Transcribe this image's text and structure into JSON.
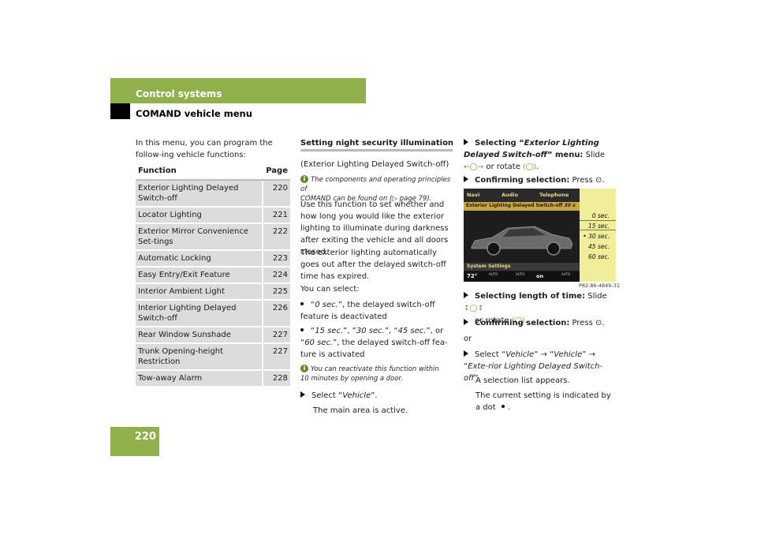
{
  "header": {
    "section": "Control systems",
    "subsection": "COMAND vehicle menu",
    "page_number": "220"
  },
  "col1": {
    "intro": "In this menu, you can program the follow-ing vehicle functions:",
    "table": {
      "headers": [
        "Function",
        "Page"
      ],
      "rows": [
        {
          "function": "Exterior Lighting Delayed Switch-off",
          "page": "220"
        },
        {
          "function": "Locator Lighting",
          "page": "221"
        },
        {
          "function": "Exterior Mirror Convenience Set-tings",
          "page": "222"
        },
        {
          "function": "Automatic Locking",
          "page": "223"
        },
        {
          "function": "Easy Entry/Exit Feature",
          "page": "224"
        },
        {
          "function": "Interior Ambient Light",
          "page": "225"
        },
        {
          "function": "Interior Lighting Delayed Switch-off",
          "page": "226"
        },
        {
          "function": "Rear Window Sunshade",
          "page": "227"
        },
        {
          "function": "Trunk Opening-height Restriction",
          "page": "227"
        },
        {
          "function": "Tow-away Alarm",
          "page": "228"
        }
      ]
    }
  },
  "col2": {
    "heading": "Setting night security illumination",
    "subheading": "(Exterior Lighting Delayed Switch-off)",
    "note1_line1": "The components and operating principles of",
    "note1_line2": "COMAND can be found on (▷ page 79).",
    "para1": "Use this function to set whether and how long you would like the exterior lighting to illuminate during darkness after exiting the vehicle and all doors closed.",
    "para2": "The exterior lighting automatically goes out after the delayed switch-off time has expired.",
    "para3": "You can select:",
    "bullet1_a": "“",
    "bullet1_b": "0 sec.",
    "bullet1_c": "”, the delayed switch-off feature is deactivated",
    "bullet2_q1": "“",
    "bullet2_v1": "15 sec.",
    "bullet2_q2": "”, “",
    "bullet2_v2": "30 sec.",
    "bullet2_q3": "”, “",
    "bullet2_v3": "45 sec.",
    "bullet2_q4": "”, or “",
    "bullet2_v4": "60 sec.",
    "bullet2_rest": "”, the delayed switch-off fea-ture is activated",
    "note2_line1": "You can reactivate this function within",
    "note2_line2": "10 minutes by opening a door.",
    "step1_a": "Select “",
    "step1_b": "Vehicle",
    "step1_c": "”.",
    "step1_result": "The main area is active."
  },
  "col3": {
    "step1_a": "Selecting “",
    "step1_b": "Exterior Lighting Delayed Switch-off",
    "step1_c": "” menu:",
    "step1_d": " Slide ",
    "step1_e": " or rotate ",
    "step2_a": "Confirming selection:",
    "step2_b": " Press ",
    "screen": {
      "tabs": [
        "Navi",
        "Audio",
        "Telephone"
      ],
      "menu_title": "Exterior Lighting Delayed Switch-off",
      "menu_suffix": "30 s",
      "options": [
        "0 sec.",
        "15 sec.",
        "• 30 sec.",
        "45 sec.",
        "60 sec."
      ],
      "system_settings": "System Settings",
      "temp": "72°",
      "auto1": "AUTO",
      "auto2": "AUTO",
      "on": "on",
      "auto3": "AUTO",
      "image_code": "P82.86-4849-31"
    },
    "step3_a": "Selecting length of time:",
    "step3_b": " Slide ",
    "step3_c": "or rotate ",
    "step4_a": "Confirming selection:",
    "step4_b": " Press ",
    "or": "or",
    "step5_a": "Select “",
    "step5_b": "Vehicle",
    "step5_c": "” → “",
    "step5_d": "Vehicle",
    "step5_e": "” → “",
    "step5_f": "Exte-rior Lighting Delayed Switch-off",
    "step5_g": "”.",
    "result1": "A selection list appears.",
    "result2": "The current setting is indicated by a dot ",
    "result2_end": "."
  },
  "colors": {
    "accent": "#8fb04a",
    "table_row": "#dcdcdc",
    "screen_panel": "#f1ee9a",
    "screen_bar": "#c8a548"
  }
}
